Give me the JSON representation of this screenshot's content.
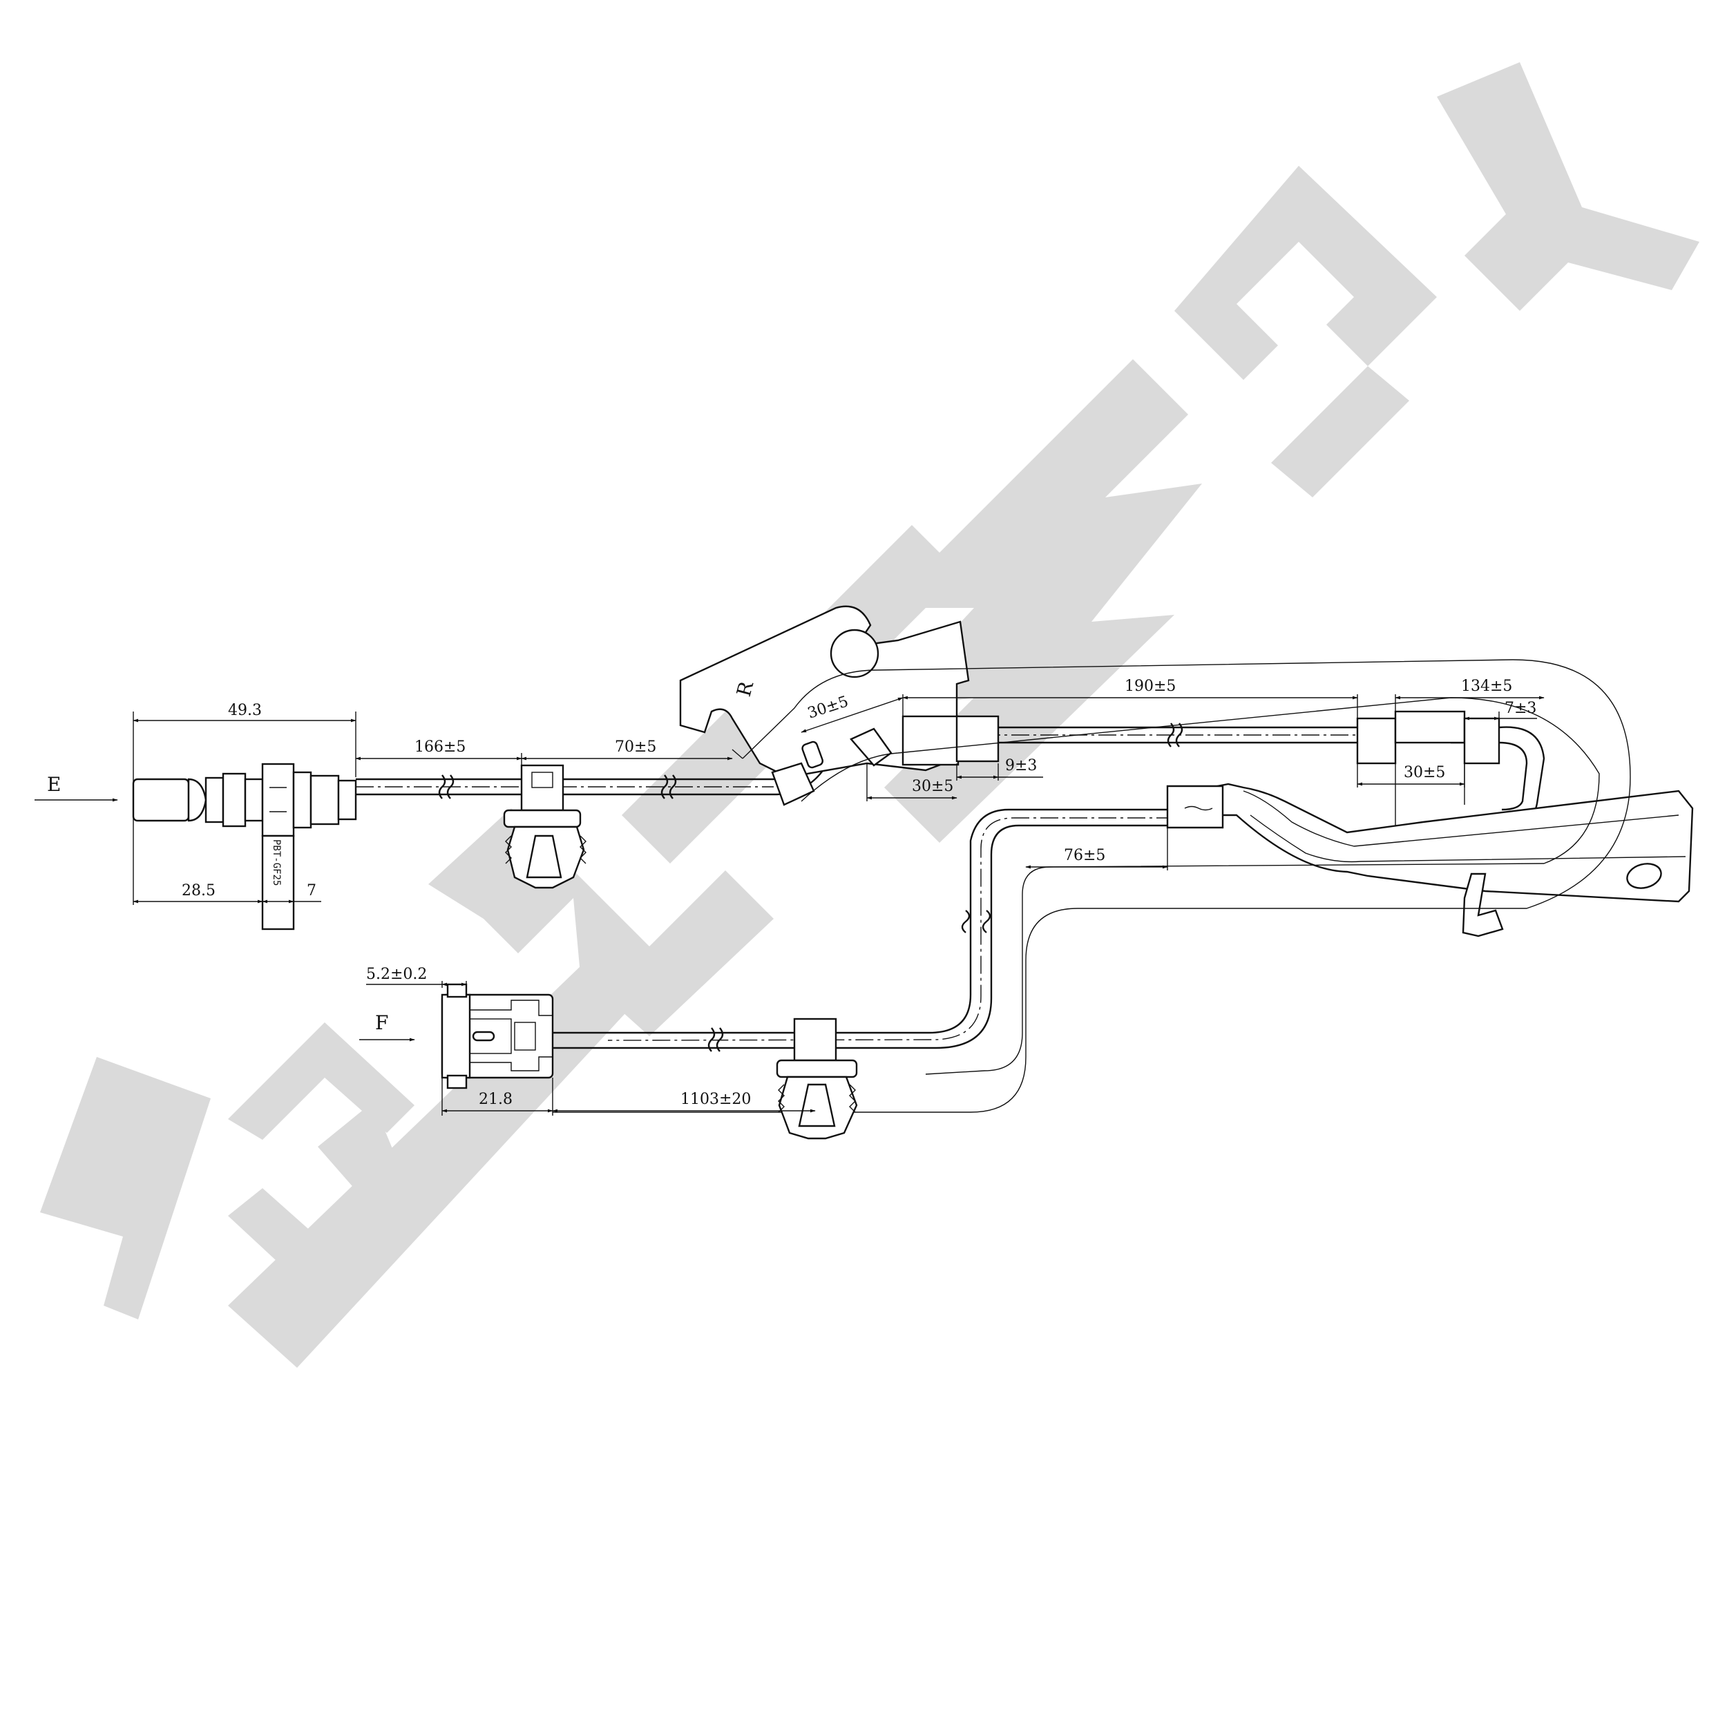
{
  "watermark": {
    "text": "ZENWEK",
    "color": "#dadada"
  },
  "views": {
    "sensor_end": "E",
    "connector_end": "F"
  },
  "sensor_marking": "PBT-GF25",
  "bracket_marking": "R",
  "dimensions": {
    "sensor_overall_length": "49.3",
    "sensor_head_length": "28.5",
    "flange_thickness": "7",
    "sensor_to_first_clip": "166±5",
    "clip_to_bracket": "70±5",
    "bracket_grommet_offset": "30±5",
    "grommet_length": "30±5",
    "grommet_to_sleeve": "9±3",
    "bracket_to_loop_grommet": "190±5",
    "loop_grommet_to_bend": "134±5",
    "loop_end_offset": "7±3",
    "loop_grommet_length": "30±5",
    "sleeve_length": "76±5",
    "connector_latch_width": "5.2±0.2",
    "connector_length": "21.8",
    "connector_to_clip": "1103±20"
  }
}
